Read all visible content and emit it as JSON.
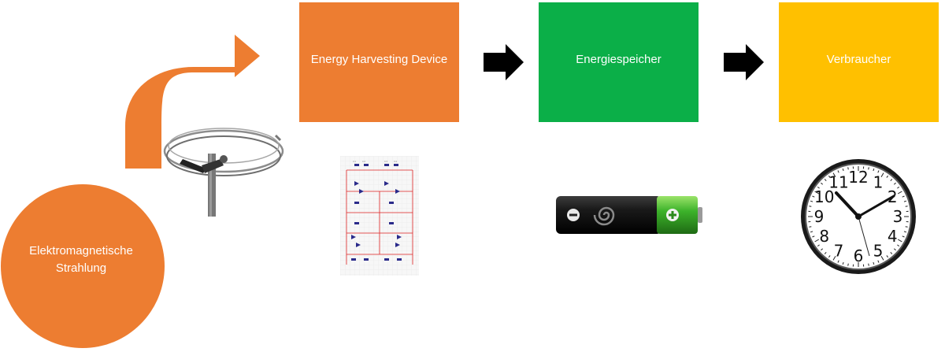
{
  "colors": {
    "orange": "#ED7D31",
    "green": "#0BAF48",
    "yellow": "#FFC000",
    "arrow": "#000000"
  },
  "source": {
    "label": "Elektromagnetische\nStrahlung"
  },
  "boxes": [
    {
      "label": "Energy Harvesting Device"
    },
    {
      "label": "Energiespeicher"
    },
    {
      "label": "Verbraucher"
    }
  ],
  "images": {
    "antenna": "loop-antenna",
    "circuit": "rectifier-circuit-schematic",
    "battery": "battery",
    "clock": "wall-clock"
  },
  "clock": {
    "numerals": [
      "12",
      "1",
      "2",
      "3",
      "4",
      "5",
      "6",
      "7",
      "8",
      "9",
      "10",
      "11"
    ]
  }
}
